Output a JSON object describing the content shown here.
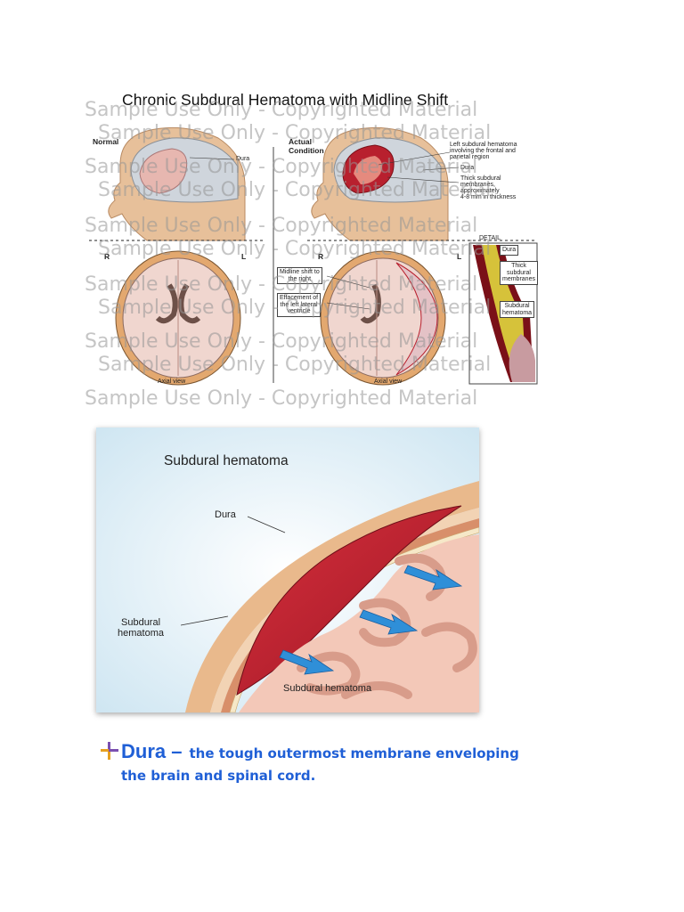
{
  "figure1": {
    "title": "Chronic Subdural Hematoma with Midline Shift",
    "watermark": "Sample Use Only - Copyrighted Material",
    "labels": {
      "normal": "Normal",
      "actual_1": "Actual",
      "actual_2": "Condition",
      "dura_top": "Dura",
      "left_sdh_1": "Left subdural hematoma",
      "left_sdh_2": "involving the frontal and",
      "left_sdh_3": "parietal region",
      "dura_right": "Dura",
      "thick_1": "Thick subdural",
      "thick_2": "membranes,",
      "thick_3": "approximately",
      "thick_4": "4-8 mm in thickness",
      "r_left": "R",
      "l_left": "L",
      "r_right": "R",
      "l_right": "L",
      "detail": "DETAIL",
      "midline_1": "Midline shift to",
      "midline_2": "the right",
      "effacement_1": "Effacement of",
      "effacement_2": "the left lateral",
      "effacement_3": "ventricle",
      "detail_dura": "Dura",
      "detail_thick_1": "Thick",
      "detail_thick_2": "subdural",
      "detail_thick_3": "membranes",
      "detail_sdh_1": "Subdural",
      "detail_sdh_2": "hematoma",
      "axial_left": "Axial view",
      "axial_right": "Axial view"
    }
  },
  "figure2": {
    "title": "Subdural hematoma",
    "labels": {
      "dura": "Dura",
      "subdural_1": "Subdural",
      "subdural_2": "hematoma",
      "bottom": "Subdural hematoma"
    }
  },
  "definition": {
    "term": "Dura –",
    "text_line1": "the tough outermost membrane enveloping",
    "text_line2": "the brain and spinal cord."
  },
  "colors": {
    "definition_blue": "#1f5fd6",
    "hematoma_red": "#b8202e",
    "brain_pink": "#e9b7a6"
  }
}
